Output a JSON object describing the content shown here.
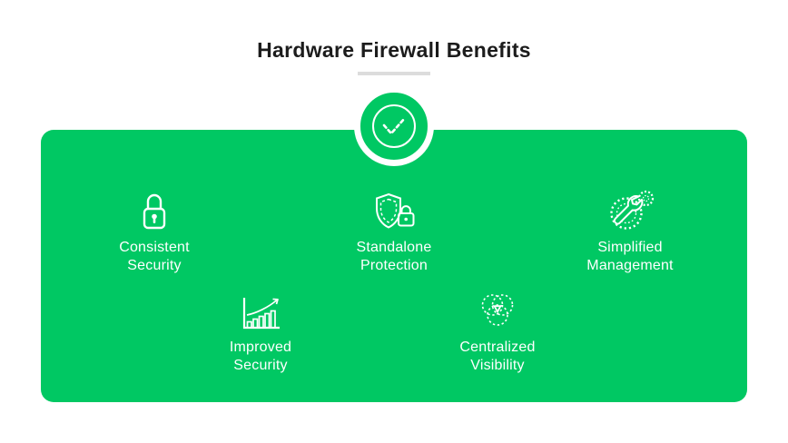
{
  "title": {
    "text": "Hardware Firewall Benefits"
  },
  "badge": {
    "icon": "check-circle-icon"
  },
  "benefits": [
    {
      "id": "consistent-security",
      "line1": "Consistent",
      "line2": "Security",
      "icon": "lock-icon"
    },
    {
      "id": "standalone-protection",
      "line1": "Standalone",
      "line2": "Protection",
      "icon": "shield-lock-icon"
    },
    {
      "id": "simplified-management",
      "line1": "Simplified",
      "line2": "Management",
      "icon": "gear-wrench-icon"
    },
    {
      "id": "improved-security",
      "line1": "Improved",
      "line2": "Security",
      "icon": "growth-chart-icon"
    },
    {
      "id": "centralized-visibility",
      "line1": "Centralized",
      "line2": "Visibility",
      "icon": "venn-diagram-icon"
    }
  ],
  "colors": {
    "panel_green": "#00c863",
    "title_text": "#1c1c1c",
    "underline_gray": "#dcdcdc",
    "item_text": "#ffffff",
    "icon_stroke": "#ffffff"
  }
}
